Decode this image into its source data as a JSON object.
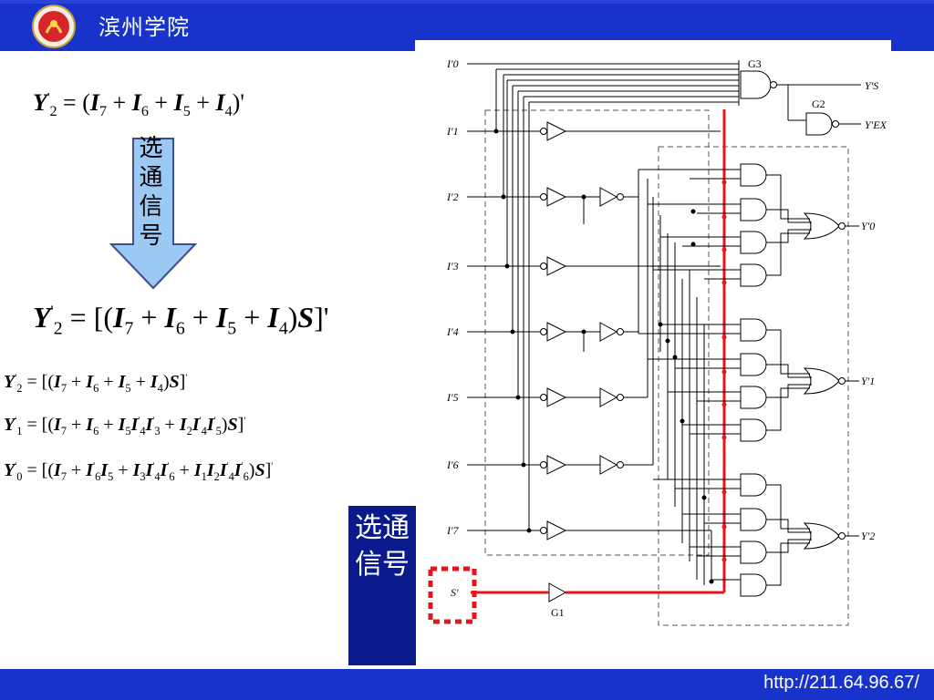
{
  "header": {
    "school_name": "滨州学院",
    "logo_icon": "school-emblem-icon"
  },
  "footer": {
    "url": "http://211.64.96.67/"
  },
  "arrow_label": "选通信号",
  "box_label": "选通信号",
  "equations": {
    "eq1": {
      "lhs": "Y",
      "lhs_sub": "2",
      "prime": "'",
      "eq": "= (",
      "rhs_prime": ")'"
    },
    "eq2": {
      "lhs": "Y",
      "lhs_sub": "2",
      "prime": "'",
      "eq": "= [(",
      "S": "S",
      "close": ")",
      "closeb": "]'"
    },
    "eq3": {
      "lhs": "Y",
      "lhs_sub": "2"
    },
    "eq4": {
      "lhs": "Y",
      "lhs_sub": "1"
    },
    "eq5": {
      "lhs": "Y",
      "lhs_sub": "0"
    }
  },
  "circuit": {
    "inputs": [
      "I′0",
      "I′1",
      "I′2",
      "I′3",
      "I′4",
      "I′5",
      "I′6",
      "I′7",
      "S′"
    ],
    "gates": [
      "G3",
      "G2",
      "G1"
    ],
    "outputs": [
      "Y′S",
      "Y′EX",
      "Y′0",
      "Y′1",
      "Y′2"
    ],
    "highlight_color": "#e8141c",
    "dashed_box_color": "#555555"
  }
}
